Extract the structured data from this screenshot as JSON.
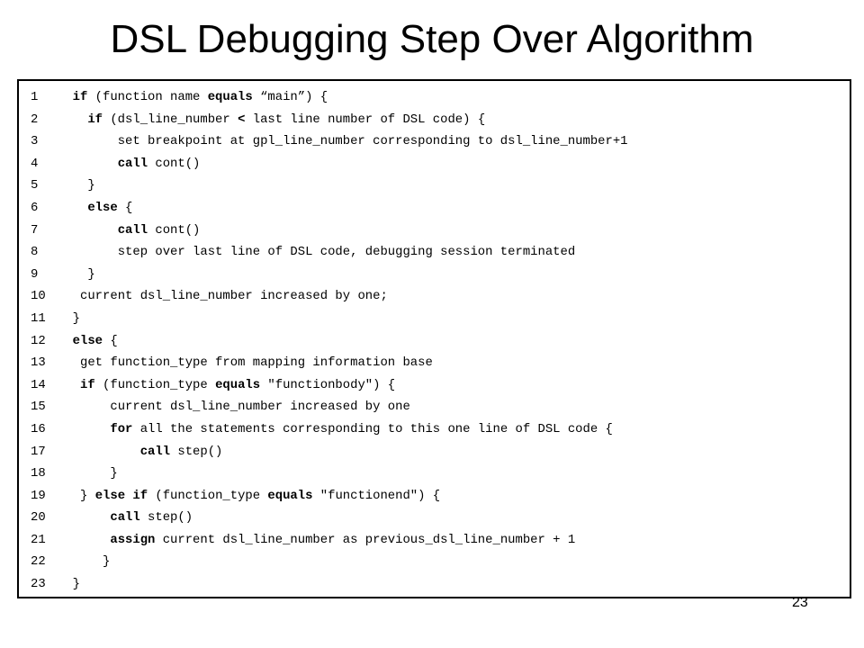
{
  "slide": {
    "title": "DSL Debugging Step Over Algorithm",
    "page_number": "23"
  },
  "code": {
    "lines": [
      {
        "num": "1",
        "indent": 2,
        "segments": [
          {
            "t": "if",
            "kw": true
          },
          {
            "t": " (function name "
          },
          {
            "t": "equals",
            "kw": true
          },
          {
            "t": " “main”) {"
          }
        ]
      },
      {
        "num": "2",
        "indent": 4,
        "segments": [
          {
            "t": "if",
            "kw": true
          },
          {
            "t": " (dsl_line_number "
          },
          {
            "t": "<",
            "kw": true
          },
          {
            "t": " last line number of DSL code) {"
          }
        ]
      },
      {
        "num": "3",
        "indent": 8,
        "segments": [
          {
            "t": "set breakpoint at gpl_line_number corresponding to dsl_line_number+1"
          }
        ]
      },
      {
        "num": "4",
        "indent": 8,
        "segments": [
          {
            "t": "call",
            "kw": true
          },
          {
            "t": " cont()"
          }
        ]
      },
      {
        "num": "5",
        "indent": 4,
        "segments": [
          {
            "t": "}"
          }
        ]
      },
      {
        "num": "6",
        "indent": 4,
        "segments": [
          {
            "t": "else",
            "kw": true
          },
          {
            "t": " {"
          }
        ]
      },
      {
        "num": "7",
        "indent": 8,
        "segments": [
          {
            "t": "call",
            "kw": true
          },
          {
            "t": " cont()"
          }
        ]
      },
      {
        "num": "8",
        "indent": 8,
        "segments": [
          {
            "t": "step over last line of DSL code, debugging session terminated"
          }
        ]
      },
      {
        "num": "9",
        "indent": 4,
        "segments": [
          {
            "t": "}"
          }
        ]
      },
      {
        "num": "10",
        "indent": 3,
        "segments": [
          {
            "t": "current dsl_line_number increased by one;"
          }
        ]
      },
      {
        "num": "11",
        "indent": 2,
        "segments": [
          {
            "t": "}"
          }
        ]
      },
      {
        "num": "12",
        "indent": 2,
        "segments": [
          {
            "t": "else",
            "kw": true
          },
          {
            "t": " {"
          }
        ]
      },
      {
        "num": "13",
        "indent": 3,
        "segments": [
          {
            "t": "get function_type from mapping information base"
          }
        ]
      },
      {
        "num": "14",
        "indent": 3,
        "segments": [
          {
            "t": "if",
            "kw": true
          },
          {
            "t": " (function_type "
          },
          {
            "t": "equals",
            "kw": true
          },
          {
            "t": " \"functionbody\") {"
          }
        ]
      },
      {
        "num": "15",
        "indent": 7,
        "segments": [
          {
            "t": "current dsl_line_number increased by one"
          }
        ]
      },
      {
        "num": "16",
        "indent": 7,
        "segments": [
          {
            "t": "for",
            "kw": true
          },
          {
            "t": " all the statements corresponding to this one line of DSL code {"
          }
        ]
      },
      {
        "num": "17",
        "indent": 11,
        "segments": [
          {
            "t": "call",
            "kw": true
          },
          {
            "t": " step()"
          }
        ]
      },
      {
        "num": "18",
        "indent": 7,
        "segments": [
          {
            "t": "}"
          }
        ]
      },
      {
        "num": "19",
        "indent": 3,
        "segments": [
          {
            "t": "} "
          },
          {
            "t": "else if",
            "kw": true
          },
          {
            "t": " (function_type "
          },
          {
            "t": "equals",
            "kw": true
          },
          {
            "t": " \"functionend\") {"
          }
        ]
      },
      {
        "num": "20",
        "indent": 7,
        "segments": [
          {
            "t": "call",
            "kw": true
          },
          {
            "t": " step()"
          }
        ]
      },
      {
        "num": "21",
        "indent": 7,
        "segments": [
          {
            "t": "assign",
            "kw": true
          },
          {
            "t": " current dsl_line_number as previous_dsl_line_number + 1"
          }
        ]
      },
      {
        "num": "22",
        "indent": 6,
        "segments": [
          {
            "t": "}"
          }
        ]
      },
      {
        "num": "23",
        "indent": 2,
        "segments": [
          {
            "t": "}"
          }
        ]
      }
    ]
  }
}
